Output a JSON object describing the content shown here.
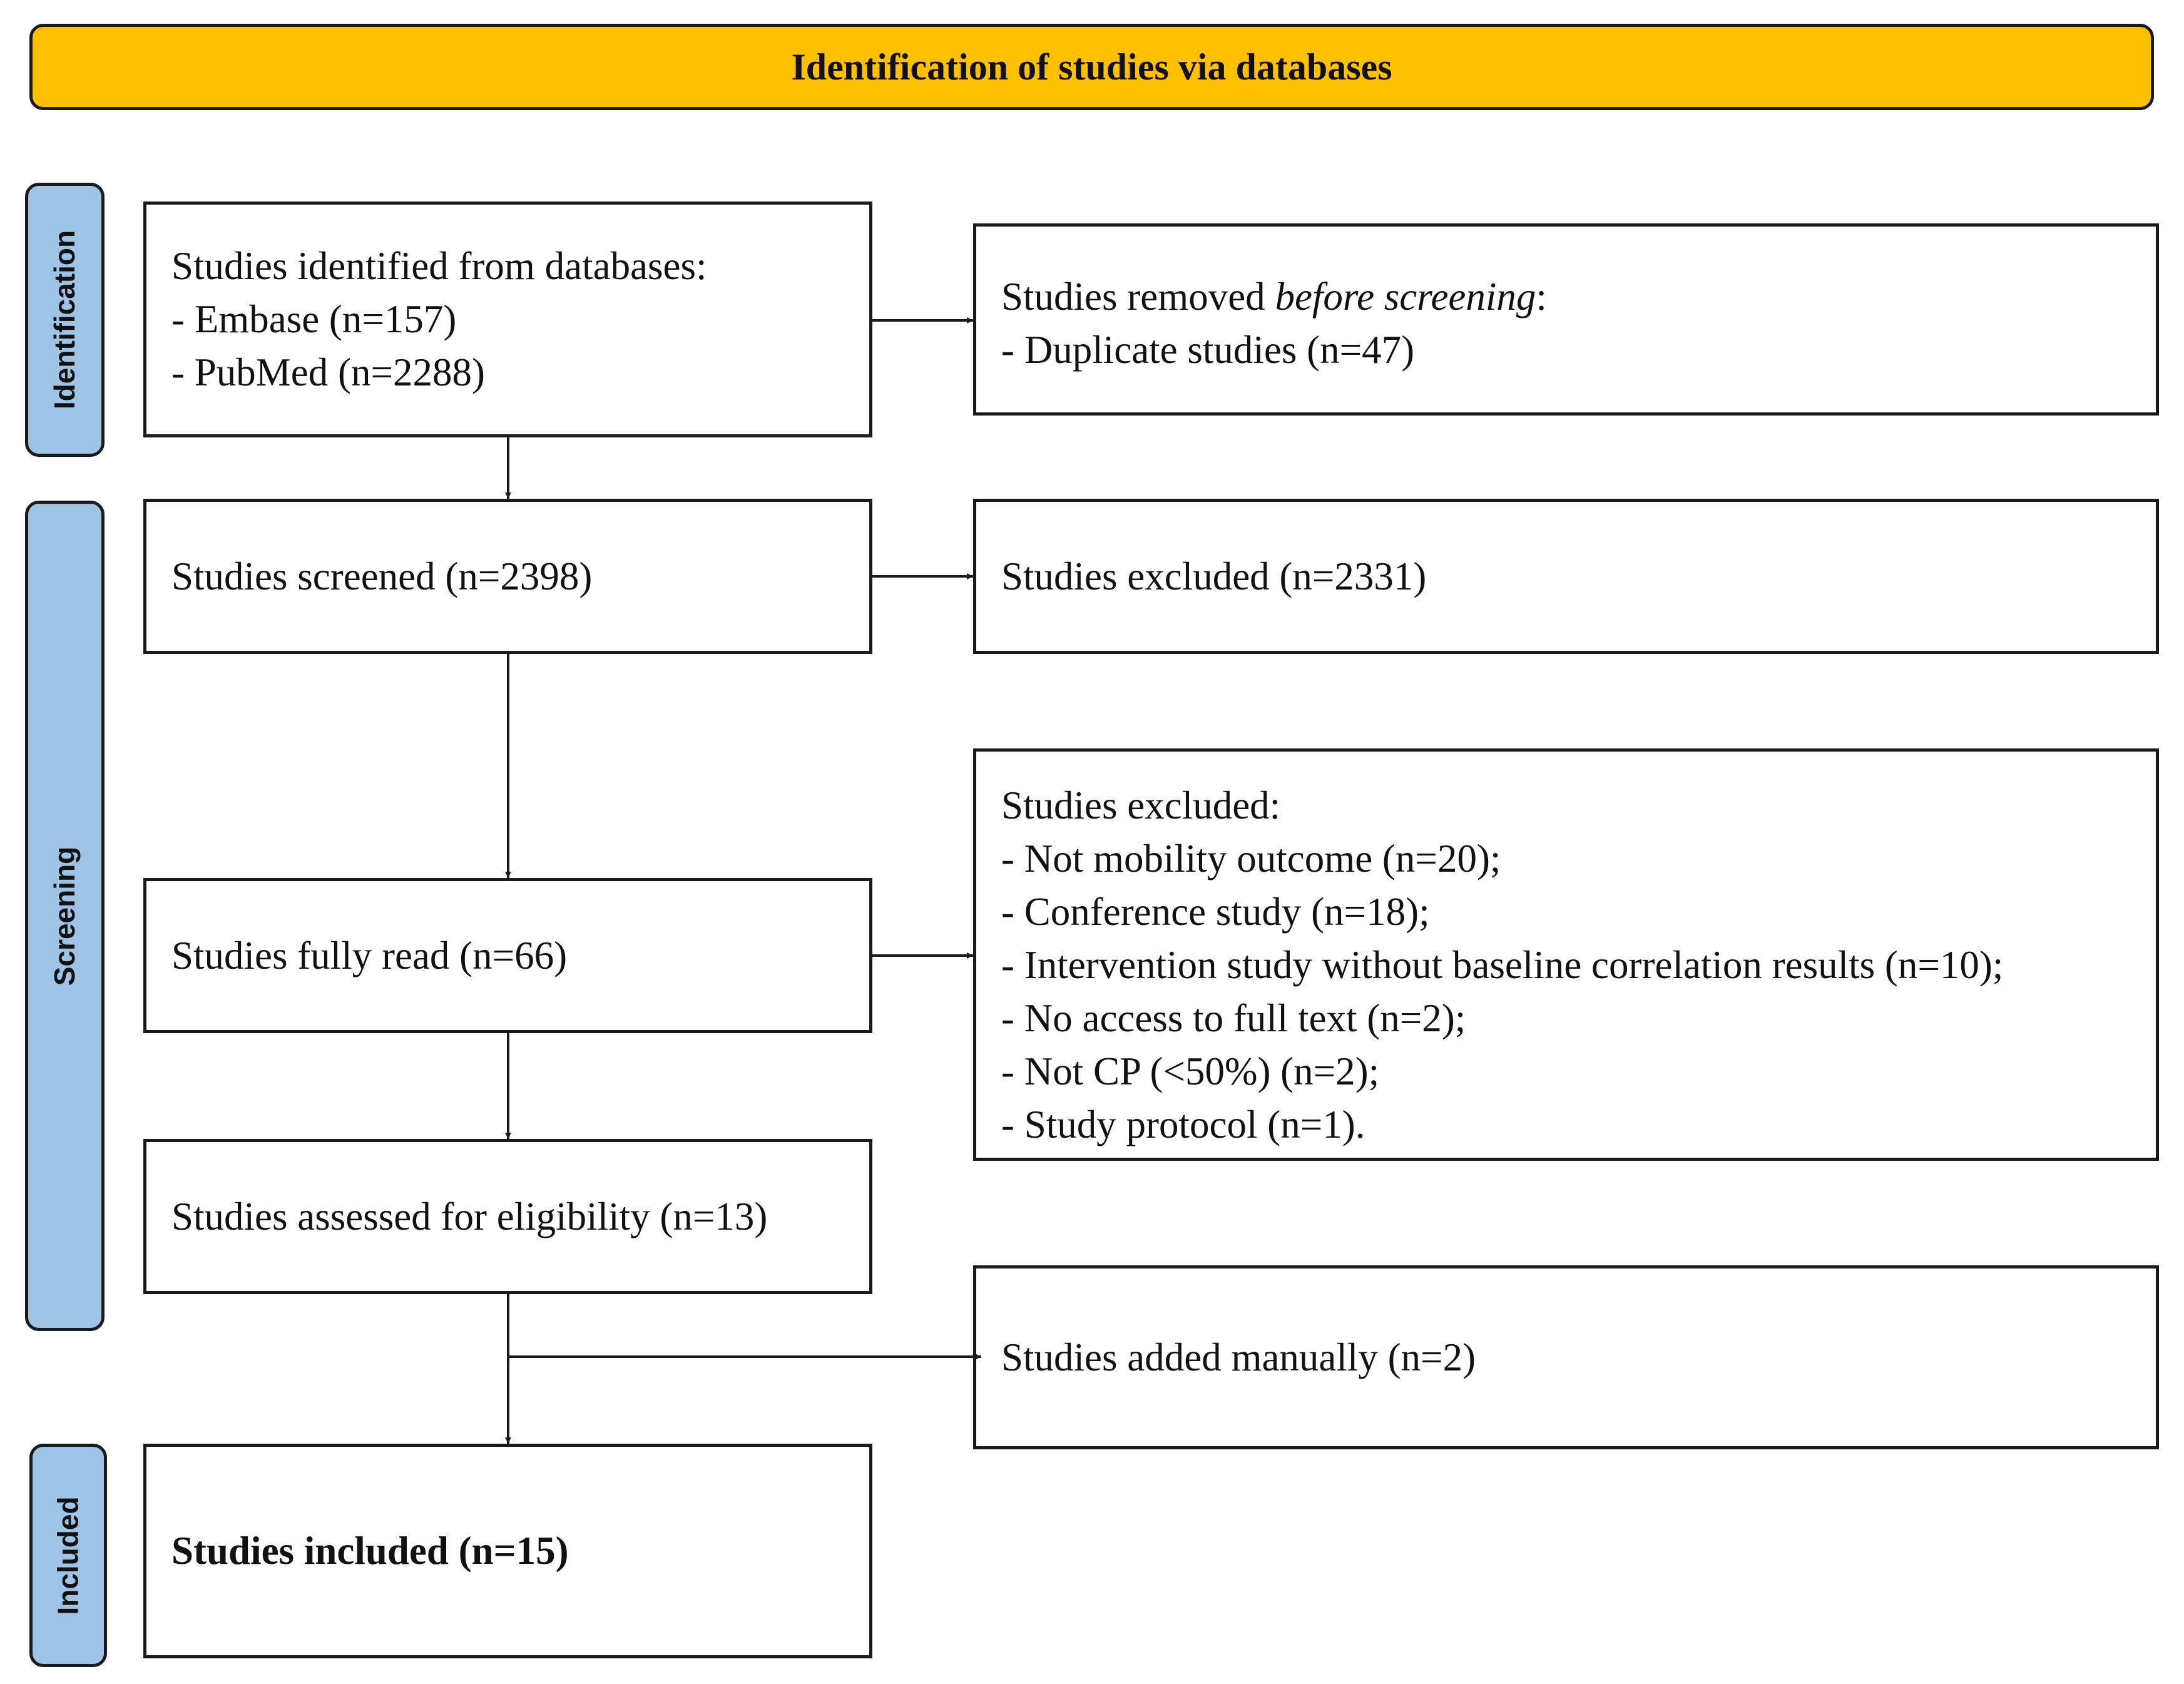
{
  "header": {
    "title": "Identification of studies via databases"
  },
  "phases": {
    "identification": "Identification",
    "screening": "Screening",
    "included": "Included"
  },
  "boxes": {
    "identified": {
      "title": "Studies identified from databases:",
      "items": [
        "- Embase (n=157)",
        "- PubMed (n=2288)"
      ]
    },
    "removed": {
      "title_prefix": "Studies removed ",
      "title_emphasis": "before screening",
      "title_suffix": ":",
      "items": [
        "- Duplicate studies (n=47)"
      ]
    },
    "screened": {
      "label": "Studies screened (n=2398)"
    },
    "excluded_screening": {
      "label": "Studies excluded (n=2331)"
    },
    "fully_read": {
      "label": "Studies fully read (n=66)"
    },
    "excluded_fulltext": {
      "title": "Studies excluded:",
      "items": [
        "- Not mobility outcome (n=20);",
        "- Conference study (n=18);",
        "- Intervention study without baseline correlation results (n=10);",
        "- No access to full text (n=2);",
        "- Not CP (<50%) (n=2);",
        "- Study protocol (n=1)."
      ]
    },
    "eligibility": {
      "label": "Studies assessed for eligibility (n=13)"
    },
    "added_manually": {
      "label": "Studies added manually  (n=2)"
    },
    "included": {
      "label": "Studies included (n=15)"
    }
  },
  "colors": {
    "header_fill": "#ffc000",
    "phase_fill": "#9dc3e6",
    "border": "#1a1a1a",
    "box_fill": "#ffffff"
  }
}
